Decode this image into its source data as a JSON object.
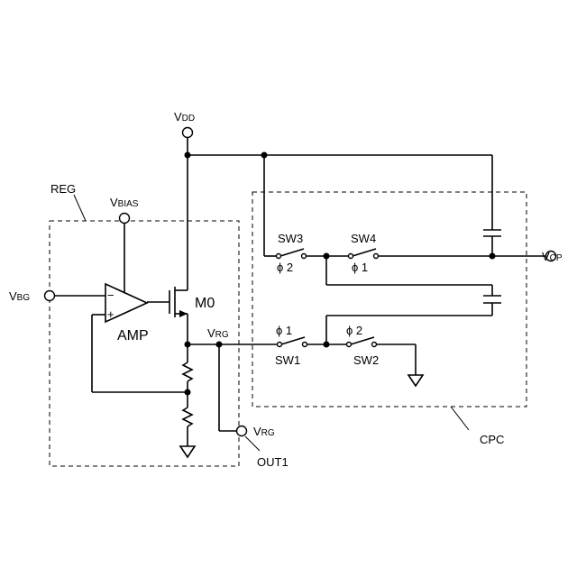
{
  "nodes": {
    "vdd": {
      "main": "V",
      "sub": "DD"
    },
    "vbias": {
      "main": "V",
      "sub": "BIAS"
    },
    "vbg": {
      "main": "V",
      "sub": "BG"
    },
    "vcp": {
      "main": "V",
      "sub": "CP"
    },
    "vrg": {
      "main": "V",
      "sub": "RG"
    },
    "vrg_out": {
      "main": "V",
      "sub": "RG"
    }
  },
  "blocks": {
    "reg": "REG",
    "cpc": "CPC"
  },
  "components": {
    "amp": "AMP",
    "transistor": "M0",
    "amp_minus": "−",
    "amp_plus": "+",
    "out1": "OUT1"
  },
  "switches": {
    "sw1": {
      "name": "SW1",
      "phase": "ϕ 1"
    },
    "sw2": {
      "name": "SW2",
      "phase": "ϕ 2"
    },
    "sw3": {
      "name": "SW3",
      "phase": "ϕ 2"
    },
    "sw4": {
      "name": "SW4",
      "phase": "ϕ 1"
    }
  }
}
